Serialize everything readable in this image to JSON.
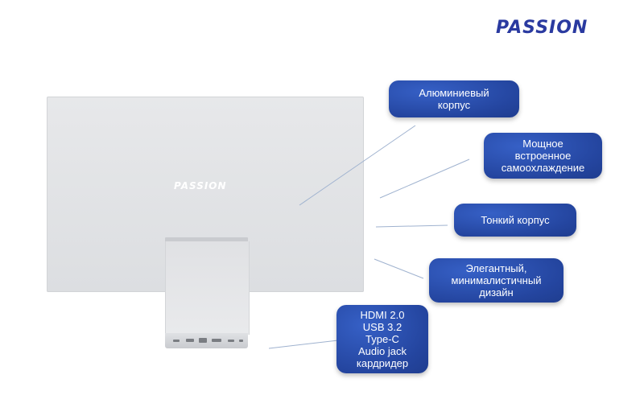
{
  "brand": {
    "logo_text": "PASSION",
    "color": "#2a3aa0"
  },
  "monitor": {
    "logo_text": "PASSION"
  },
  "callouts": {
    "aluminum": "Алюминиевый\nкорпус",
    "cooling": "Мощное\nвстроенное\nсамоохлаждение",
    "thin": "Тонкий корпус",
    "elegant": "Элегантный,\nминималистичный\nдизайн",
    "ports": "HDMI 2.0\nUSB 3.2\nType-C\nAudio jack\nкардридер"
  },
  "colors": {
    "callout_bg": "#24459f",
    "monitor_body": "#e2e3e6",
    "leader_line": "#9fb2cf"
  }
}
